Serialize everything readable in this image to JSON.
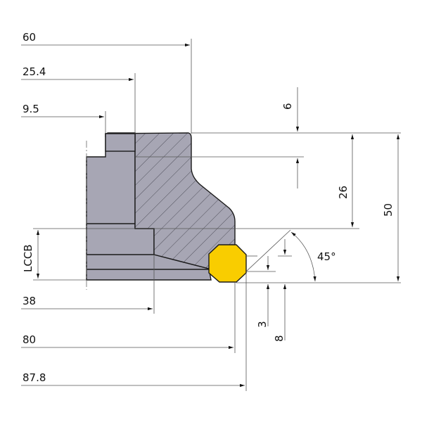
{
  "title": "Face milling cutter body cross-section with octagonal insert",
  "dimensions": {
    "d60": "60",
    "d25_4": "25.4",
    "d9_5": "9.5",
    "d38": "38",
    "d80": "80",
    "d87_8": "87.8",
    "lccb": "LCCB",
    "h6": "6",
    "h26": "26",
    "h50": "50",
    "h3": "3",
    "h8": "8",
    "angle": "45°"
  },
  "colors": {
    "body": "#a7a6b4",
    "insert": "#f9cd00",
    "line": "#1a1a1a"
  }
}
